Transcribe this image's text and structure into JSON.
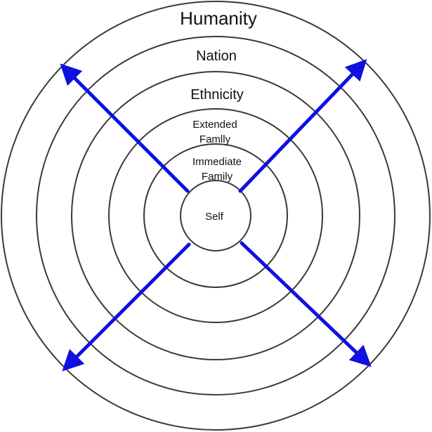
{
  "labels": {
    "humanity": "Humanity",
    "nation": "Nation",
    "ethnicity": "Ethnicity",
    "extended_family_line1": "Extended",
    "extended_family_line2": "Famlly",
    "immediate_family_line1": "Immediate",
    "immediate_family_line2": "Family",
    "self": "Self"
  },
  "colors": {
    "humanity_label": "#e01010",
    "arrows": "#1010e0",
    "rings": "#3a3a3a",
    "text": "#111111"
  }
}
